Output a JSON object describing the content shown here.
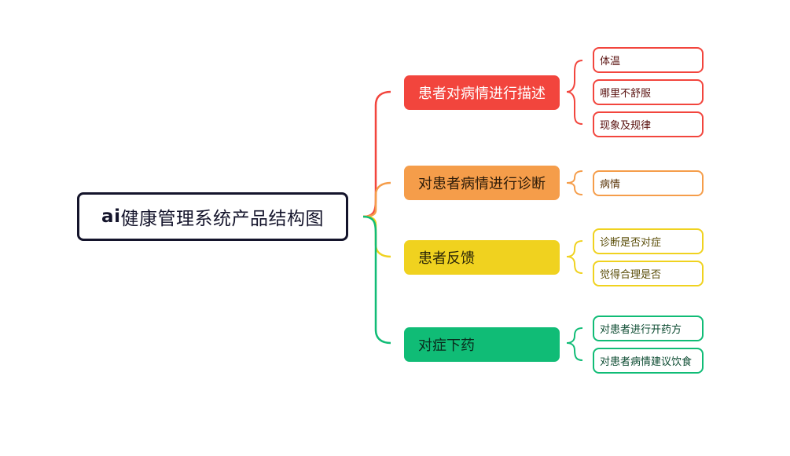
{
  "diagram": {
    "root": {
      "prefix": "ai",
      "text": "健康管理系统产品结构图",
      "border_color": "#14142b"
    },
    "branches": [
      {
        "label": "患者对病情进行描述",
        "color": "#f2453d",
        "text_color": "#ffffff",
        "leaf_text_color": "#5a1210",
        "leaves": [
          "体温",
          "哪里不舒服",
          "现象及规律"
        ]
      },
      {
        "label": "对患者病情进行诊断",
        "color": "#f59d4a",
        "text_color": "#2b1a08",
        "leaf_text_color": "#5a3508",
        "leaves": [
          "病情"
        ]
      },
      {
        "label": "患者反馈",
        "color": "#f0d21f",
        "text_color": "#2b2608",
        "leaf_text_color": "#5a4d08",
        "leaves": [
          "诊断是否对症",
          "觉得合理是否"
        ]
      },
      {
        "label": "对症下药",
        "color": "#10bc76",
        "text_color": "#0a2a1c",
        "leaf_text_color": "#0b4a30",
        "leaves": [
          "对患者进行开药方",
          "对患者病情建议饮食"
        ]
      }
    ]
  }
}
